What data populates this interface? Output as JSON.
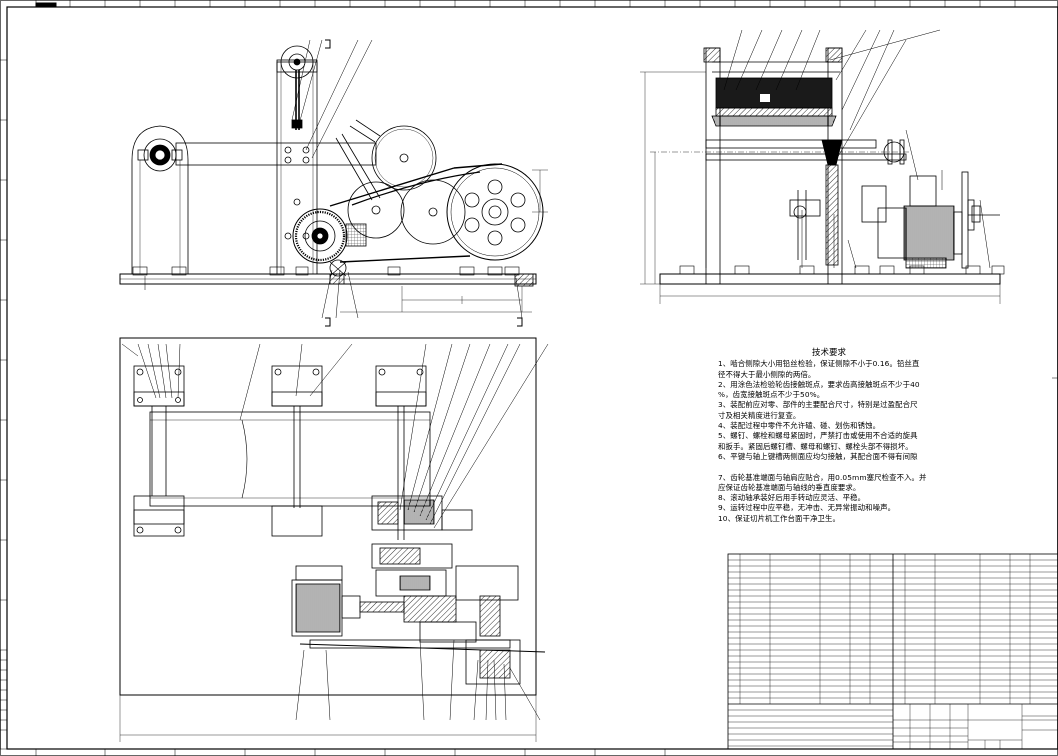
{
  "technical_requirements": {
    "title": "技术要求",
    "lines": [
      "1、啮合侧隙大小用铅丝检验，保证侧隙不小于0.16。铅丝直",
      "径不得大于最小侧隙的两倍。",
      "2、用涂色法检验轮齿接触斑点，要求齿高接触斑点不少于40",
      "%，齿宽接触斑点不少于50%。",
      "3、装配前应对零、部件的主要配合尺寸，特别是过盈配合尺",
      "寸及相关精度进行复查。",
      "4、装配过程中零件不允许磕、碰、划伤和锈蚀。",
      "5、螺钉、螺栓和螺母紧固时，严禁打击或使用不合适的旋具",
      "和扳手。紧固后螺钉槽、螺母和螺钉、螺栓头部不得损坏。",
      "6、平键与轴上键槽两侧面应均匀接触，其配合面不得有间隙",
      "",
      "7、齿轮基准端面与轴肩应贴合，用0.05mm塞尺检查不入。并",
      "应保证齿轮基准端面与轴线的垂直度要求。",
      "8、滚动轴承装好后用手转动应灵活、平稳。",
      "9、运转过程中应平稳，无冲击、无异常振动和噪声。",
      "10、保证切片机工作台面干净卫生。"
    ]
  },
  "colors": {
    "line": "#000000",
    "paper": "#ffffff",
    "fill_dark": "#1a1a1a",
    "hatch": "#555555"
  }
}
